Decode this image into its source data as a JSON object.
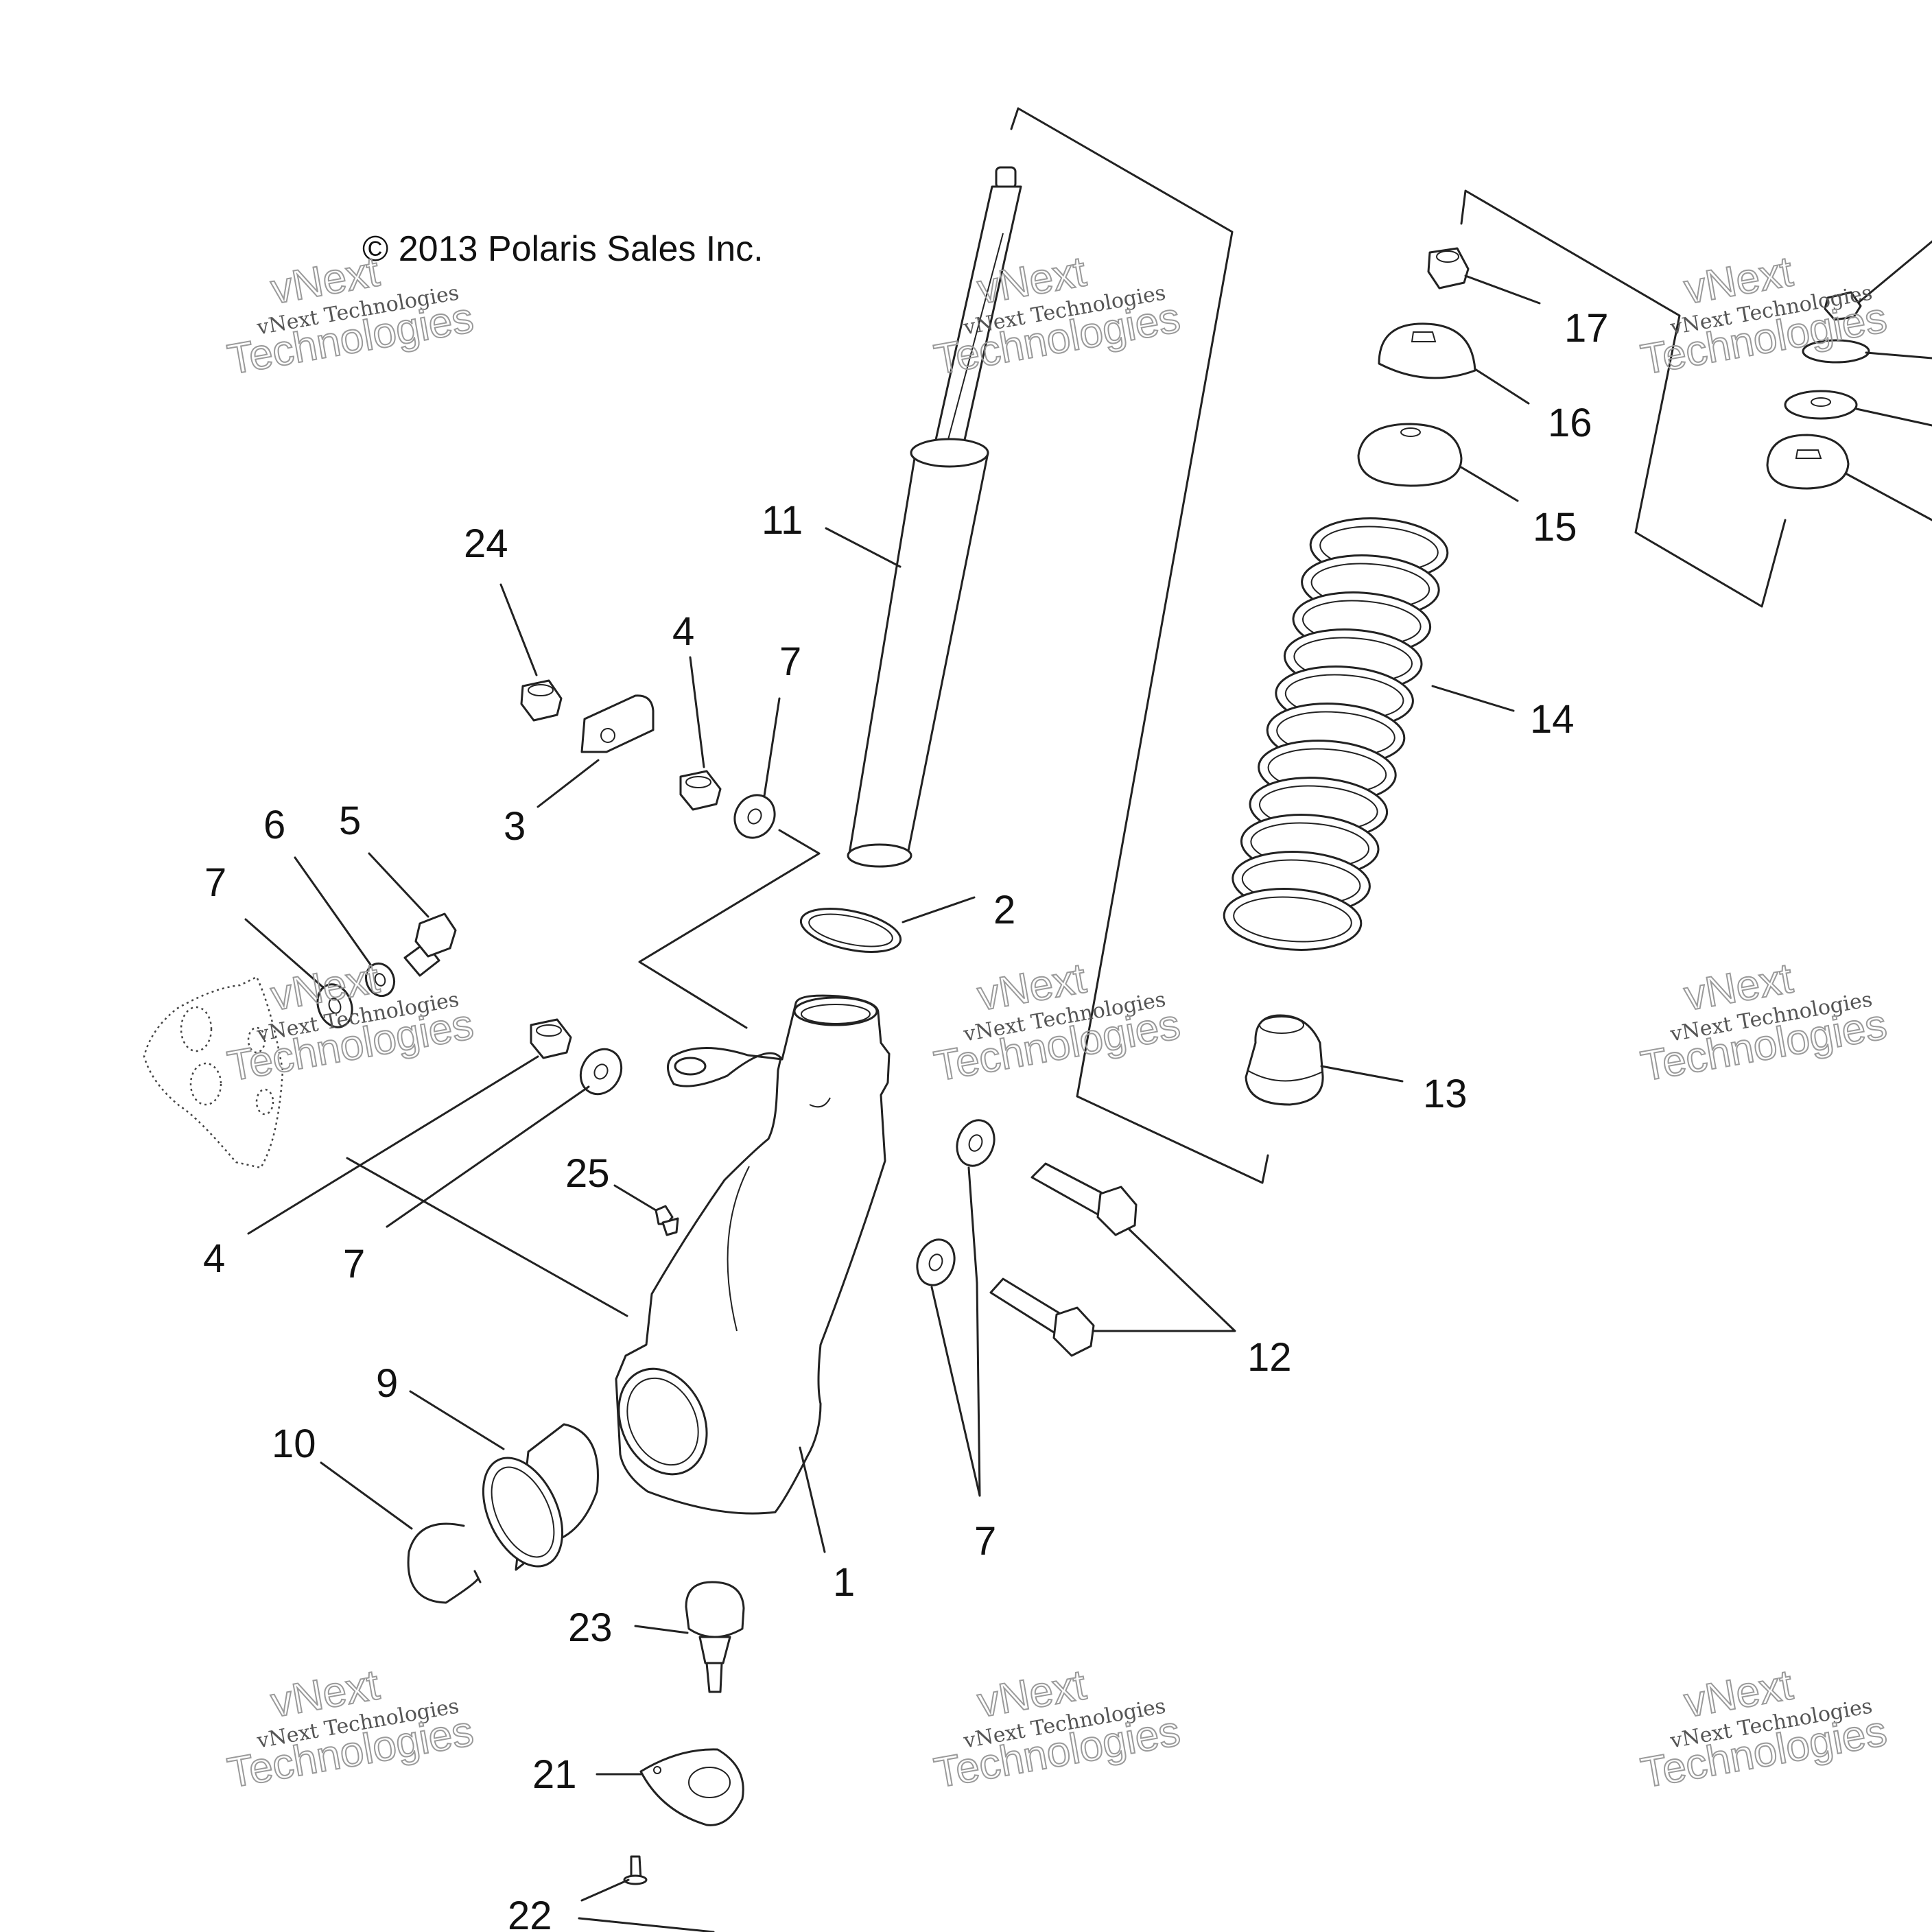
{
  "copyright": "© 2013 Polaris Sales Inc.",
  "watermark": {
    "line1": "vNext Technologies",
    "line2": "vNext",
    "line3": "Technologies"
  },
  "callouts": [
    {
      "id": "c11",
      "label": "11"
    },
    {
      "id": "c17",
      "label": "17"
    },
    {
      "id": "c16",
      "label": "16"
    },
    {
      "id": "c15",
      "label": "15"
    },
    {
      "id": "c14",
      "label": "14"
    },
    {
      "id": "c13",
      "label": "13"
    },
    {
      "id": "c24",
      "label": "24"
    },
    {
      "id": "c4a",
      "label": "4"
    },
    {
      "id": "c7a",
      "label": "7"
    },
    {
      "id": "c3",
      "label": "3"
    },
    {
      "id": "c2",
      "label": "2"
    },
    {
      "id": "c6",
      "label": "6"
    },
    {
      "id": "c5",
      "label": "5"
    },
    {
      "id": "c7b",
      "label": "7"
    },
    {
      "id": "c4b",
      "label": "4"
    },
    {
      "id": "c7c",
      "label": "7"
    },
    {
      "id": "c25",
      "label": "25"
    },
    {
      "id": "c12",
      "label": "12"
    },
    {
      "id": "c9",
      "label": "9"
    },
    {
      "id": "c10",
      "label": "10"
    },
    {
      "id": "c1",
      "label": "1"
    },
    {
      "id": "c7d",
      "label": "7"
    },
    {
      "id": "c23",
      "label": "23"
    },
    {
      "id": "c21",
      "label": "21"
    },
    {
      "id": "c22",
      "label": "22"
    }
  ]
}
